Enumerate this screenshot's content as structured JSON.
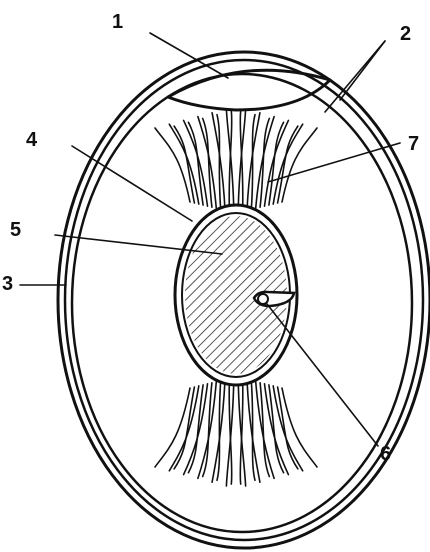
{
  "labels": [
    "1",
    "2",
    "3",
    "4",
    "5",
    "6",
    "7"
  ],
  "colors": {
    "ink": "#111111",
    "background": "#ffffff"
  }
}
